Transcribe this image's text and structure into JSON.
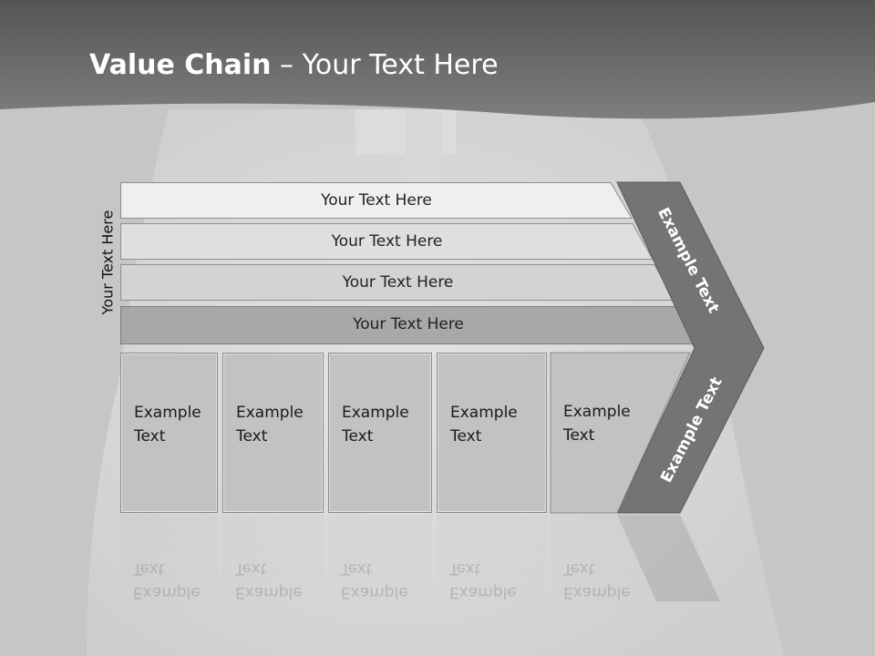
{
  "title": {
    "bold": "Value Chain",
    "rest": " – Your Text Here"
  },
  "vertical_label": "Your Text Here",
  "bars": [
    {
      "label": "Your Text Here"
    },
    {
      "label": "Your Text Here"
    },
    {
      "label": "Your Text Here"
    },
    {
      "label": "Your Text Here"
    }
  ],
  "boxes": [
    {
      "line1": "Example",
      "line2": "Text"
    },
    {
      "line1": "Example",
      "line2": "Text"
    },
    {
      "line1": "Example",
      "line2": "Text"
    },
    {
      "line1": "Example",
      "line2": "Text"
    },
    {
      "line1": "Example",
      "line2": "Text"
    }
  ],
  "chevron": {
    "upper": "Example Text",
    "lower": "Example Text"
  },
  "colors": {
    "header": "#6a6a6a",
    "chevron": "#737373",
    "bar_dark": "#a9a7a8"
  }
}
